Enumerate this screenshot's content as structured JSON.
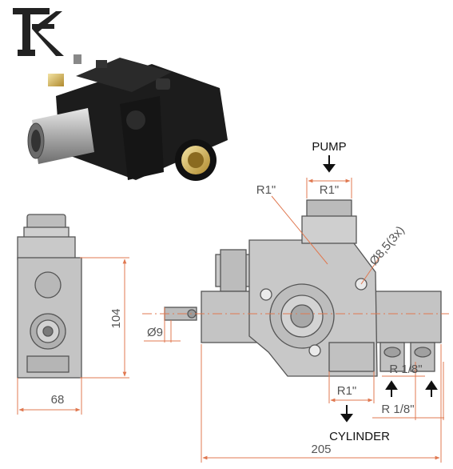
{
  "logo": {
    "text": "TK"
  },
  "labels": {
    "pump": "PUMP",
    "cylinder": "CYLINDER"
  },
  "dimensions": {
    "height": "104",
    "width_side": "68",
    "length": "205",
    "shaft_diameter": "Ø9",
    "mount_holes": "Ø8,5(3x)",
    "pump_port": "R1\"",
    "pump_port_leader": "R1\"",
    "cylinder_port": "R1\"",
    "aux_port_1": "R 1/8\"",
    "aux_port_2": "R 1/8\""
  },
  "colors": {
    "dimension_line": "#e07850",
    "body_fill": "#c4c4c4",
    "outline": "#555555",
    "product_body": "#1a1a1a"
  }
}
